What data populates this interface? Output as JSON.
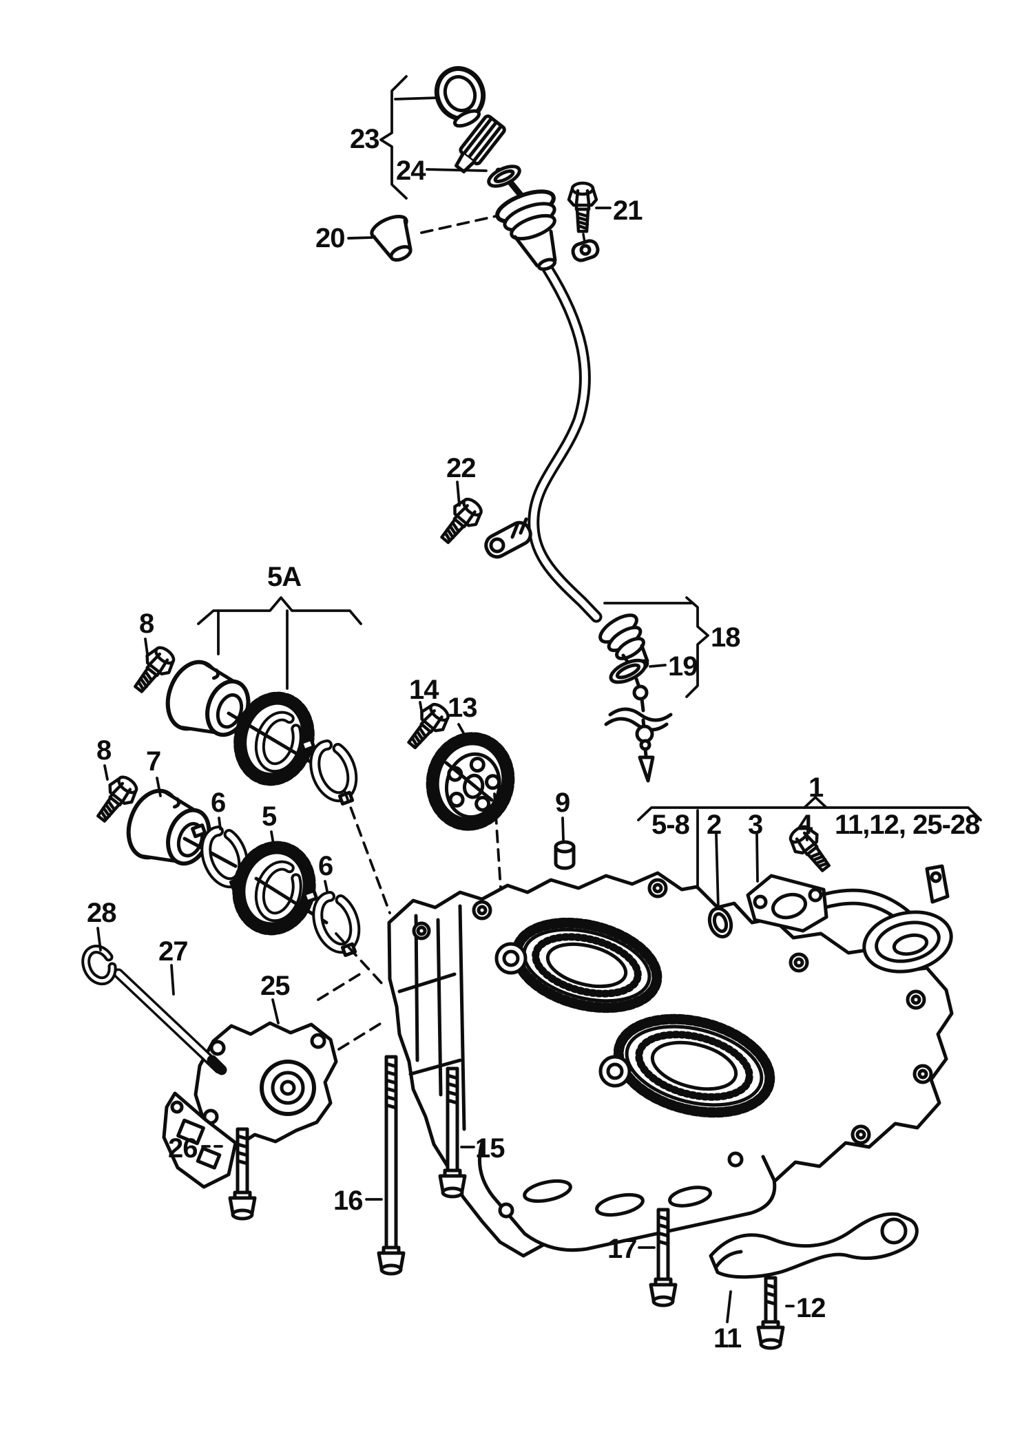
{
  "diagram": {
    "type": "exploded-parts-diagram",
    "subject": "oil pump / balance shaft assembly with oil dipstick and guide tube",
    "line_color": "#0d0d0d",
    "background": "#ffffff",
    "callouts": {
      "c23": "23",
      "c24": "24",
      "c21": "21",
      "c20": "20",
      "c22": "22",
      "c18": "18",
      "c19": "19",
      "c5A": "5A",
      "c8a": "8",
      "c8b": "8",
      "c7": "7",
      "c6a": "6",
      "c6b": "6",
      "c5": "5",
      "c14": "14",
      "c13": "13",
      "c9": "9",
      "c1": "1",
      "c28": "28",
      "c27": "27",
      "c25": "25",
      "c26": "26",
      "c15": "15",
      "c16": "16",
      "c17": "17",
      "c11": "11",
      "c12": "12",
      "r58": "5-8",
      "r2": "2",
      "r3": "3",
      "r4": "4",
      "r1128": "11,12, 25-28"
    }
  }
}
